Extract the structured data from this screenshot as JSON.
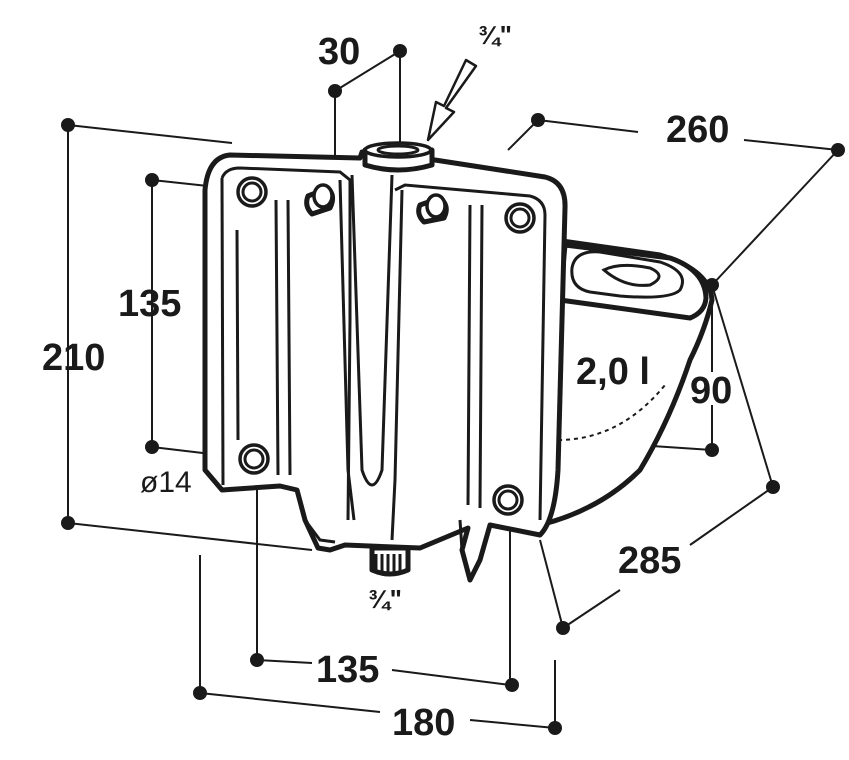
{
  "dimensions": {
    "height_total": "210",
    "hole_spacing_vertical": "135",
    "hole_diameter": "ø14",
    "inlet_offset": "30",
    "thread_top": "¾\"",
    "thread_bottom": "¾\"",
    "depth": "260",
    "bowl_height": "90",
    "bowl_volume": "2,0 l",
    "length": "285",
    "hole_spacing_horizontal": "135",
    "width": "180"
  },
  "colors": {
    "ink": "#1a1a1a",
    "background": "#ffffff"
  }
}
